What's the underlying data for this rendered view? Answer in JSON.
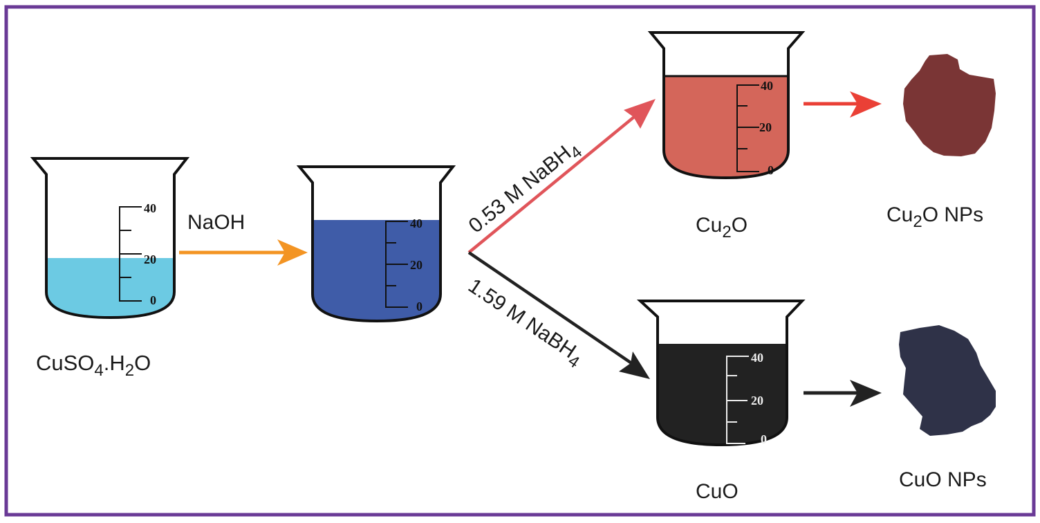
{
  "title": "Synthesis scheme of Cu2O and CuO nanoparticles",
  "colors": {
    "frame": "#6a3a96",
    "cuso4_solution": "#6ccae3",
    "intermediate_solution": "#3f5ca8",
    "cu2o_solution": "#d4665a",
    "cuo_solution": "#222222",
    "naoh_arrow": "#f39423",
    "low_nabh4_arrow": "#e0555a",
    "high_nabh4_arrow": "#222222",
    "cu2o_product_arrow": "#ea4036",
    "cuo_product_arrow": "#222222",
    "cu2o_powder": "#7a3535",
    "cuo_powder": "#2f3248"
  },
  "beakers": [
    {
      "id": "cuso4",
      "label_main": "CuSO",
      "label_sub1": "4",
      "label_mid": ".H",
      "label_sub2": "2",
      "label_end": "O",
      "scale": [
        "40",
        "20",
        "0"
      ],
      "fill_level_ml": 20
    },
    {
      "id": "intermediate",
      "scale": [
        "40",
        "20",
        "0"
      ],
      "fill_level_ml": 40
    },
    {
      "id": "cu2o",
      "label_main": "Cu",
      "label_sub": "2",
      "label_end": "O",
      "scale": [
        "40",
        "20",
        "0"
      ],
      "fill_level_ml": 44
    },
    {
      "id": "cuo",
      "label_main": "CuO",
      "scale": [
        "40",
        "20",
        "0"
      ],
      "fill_level_ml": 44
    }
  ],
  "arrows": {
    "naoh": {
      "label": "NaOH"
    },
    "low": {
      "label_main": "0.53 M NaBH",
      "label_sub": "4"
    },
    "high": {
      "label_main": "1.59 M NaBH",
      "label_sub": "4"
    }
  },
  "products": {
    "cu2o": {
      "label_main": "Cu",
      "label_sub": "2",
      "label_end": "O NPs"
    },
    "cuo": {
      "label_main": "CuO NPs"
    }
  }
}
